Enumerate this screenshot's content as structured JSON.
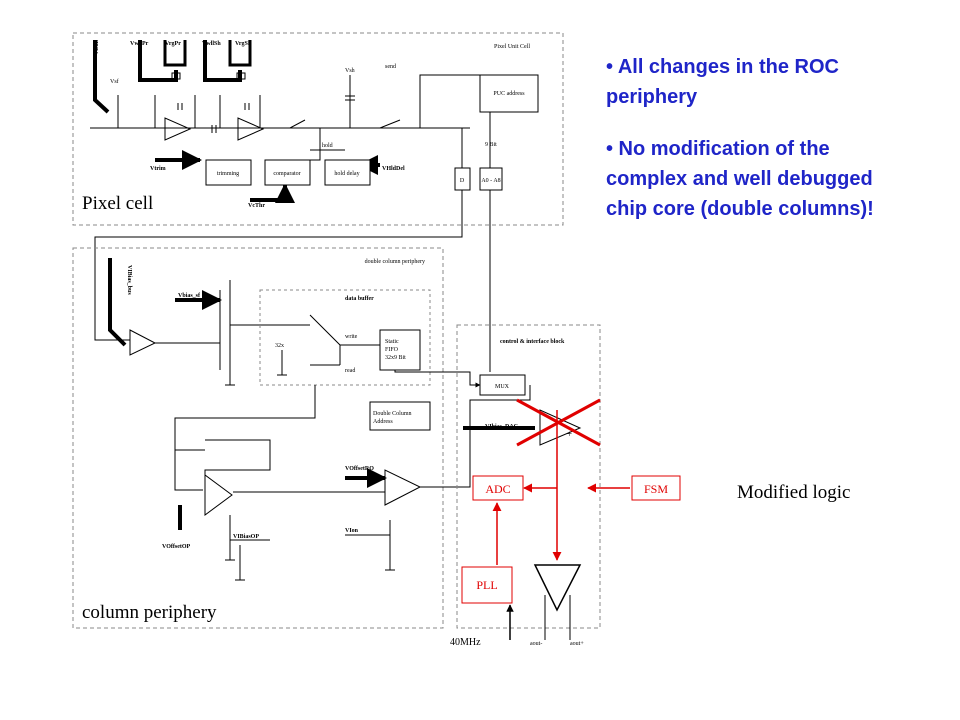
{
  "bullets": [
    "• All changes in the ROC periphery",
    "• No modification of the complex and well debugged chip core (double columns)!"
  ],
  "labels": {
    "pixel_cell": "Pixel cell",
    "column_periphery": "column periphery",
    "modified_logic": "Modified logic",
    "pixel_unit_cell": "Pixel Unit Cell",
    "double_column_periphery": "double column periphery",
    "data_buffer": "data buffer",
    "control_interface_block": "control & interface block"
  },
  "pixel": {
    "vleak": "Vleak",
    "vwllpr": "VwllPr",
    "vrgpr": "VrgPr",
    "vwllsh": "VwllSh",
    "vrgsh": "VrgSh",
    "vsf": "Vsf",
    "vsh": "Vsh",
    "send": "send",
    "puc_address": "PUC address",
    "ninebit": "9 Bit",
    "vtrim": "Vtrim",
    "trimming": "trimming",
    "comparator": "comparator",
    "hold_delay": "hold delay",
    "vhlddel": "VHldDel",
    "vcthr": "VcThr",
    "hold": "hold",
    "d": "D",
    "a0a8": "A0 - A8"
  },
  "periphery": {
    "vbias_bus": "VIBias_bus",
    "vbias_sf": "Vbias_sf",
    "size32": "32x",
    "write": "write",
    "read": "read",
    "static_fifo": "Static",
    "fifo": "FIFO",
    "fifo_size": "32x9 Bit",
    "mux": "MUX",
    "dc_address": "Double Column",
    "dc_address2": "Address",
    "vibias_dac": "VIbias_DAC",
    "voffsetro": "VOffsetRO",
    "voffsetop": "VOffsetOP",
    "vibiasop": "VIBiasOP",
    "vion": "VIon"
  },
  "modified": {
    "adc": "ADC",
    "fsm": "FSM",
    "pll": "PLL",
    "clk": "40MHz",
    "aout_minus": "aout-",
    "aout_plus": "aout+"
  },
  "colors": {
    "accent_red": "#e00000",
    "bullet_blue": "#1f25c8",
    "dash_gray": "#7a7a7a"
  }
}
